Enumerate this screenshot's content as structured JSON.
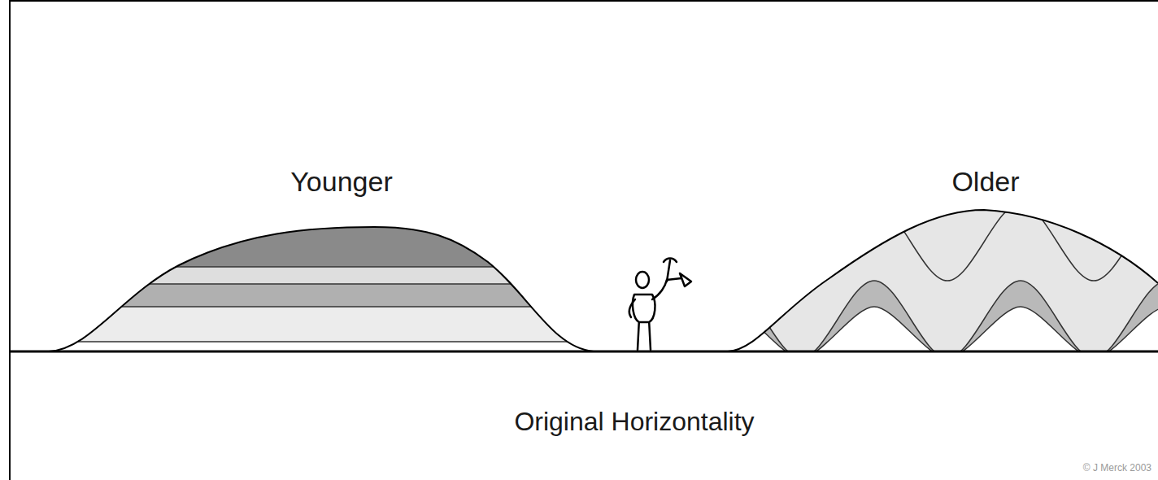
{
  "diagram": {
    "caption": "Original Horizontality",
    "labels": [
      "Younger",
      "Older",
      "© J Merck 2003"
    ]
  }
}
